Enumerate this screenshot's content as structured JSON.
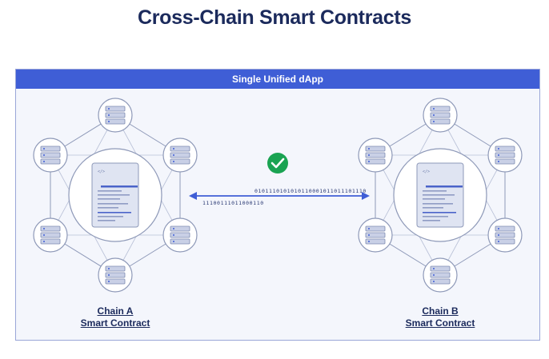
{
  "title": "Cross-Chain Smart Contracts",
  "banner": "Single Unified dApp",
  "chains": [
    {
      "name_line1": "Chain A",
      "name_line2": "Smart Contract"
    },
    {
      "name_line1": "Chain B",
      "name_line2": "Smart Contract"
    }
  ],
  "bits_top": "0101110101010110001011011101110",
  "bits_bottom": "11100111011000110",
  "icons": {
    "check": "check-circle-icon",
    "server": "server-icon",
    "document": "contract-document-icon",
    "arrow": "double-arrow-icon"
  },
  "colors": {
    "navy": "#1b2a5c",
    "blue": "#3f5ed6",
    "green": "#1aa352",
    "line": "#3f5ed6"
  }
}
